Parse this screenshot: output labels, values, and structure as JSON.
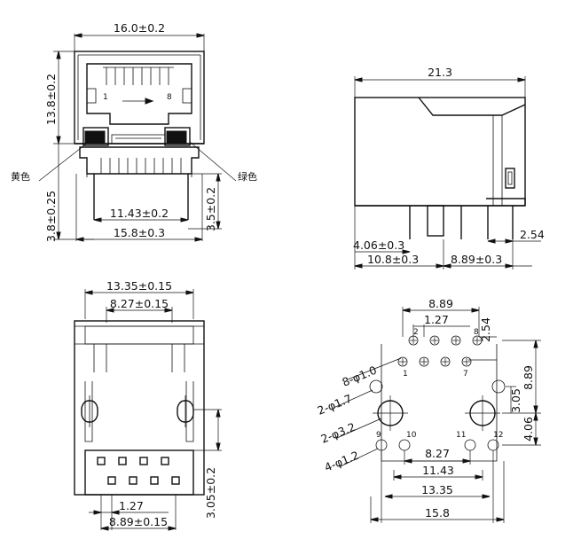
{
  "front_view": {
    "width_top": "16.0±0.2",
    "height_body": "13.8±0.2",
    "pin_height": "3.8±0.25",
    "post_height": "3.5±0.2",
    "post_inner_span": "11.43±0.2",
    "post_outer_span": "15.8±0.3",
    "led_left_label": "黄色",
    "led_right_label": "绿色",
    "pin1_label": "1",
    "pin8_label": "8"
  },
  "side_view": {
    "length": "21.3",
    "dim_406": "4.06±0.3",
    "dim_254": "2.54",
    "dim_108": "10.8±0.3",
    "dim_889": "8.89±0.3"
  },
  "rear_view": {
    "width_1335": "13.35±0.15",
    "width_827": "8.27±0.15",
    "height_305": "3.05±0.2",
    "pitch_127": "1.27",
    "span_889": "8.89±0.15"
  },
  "footprint": {
    "dim_889_top": "8.89",
    "dim_127": "1.27",
    "dim_254": "2.54",
    "dim_889_right": "8.89",
    "dim_305": "3.05",
    "dim_406": "4.06",
    "dim_827": "8.27",
    "dim_1143": "11.43",
    "dim_1335": "13.35",
    "dim_158": "15.8",
    "label_8holes": "8-φ1.0",
    "label_2holes_17": "2-φ1.7",
    "label_2holes_32": "2-φ3.2",
    "label_4holes": "4-φ1.2",
    "pin_1": "1",
    "pin_2": "2",
    "pin_7": "7",
    "pin_8": "8",
    "pin_9": "9",
    "pin_10": "10",
    "pin_11": "11",
    "pin_12": "12"
  }
}
